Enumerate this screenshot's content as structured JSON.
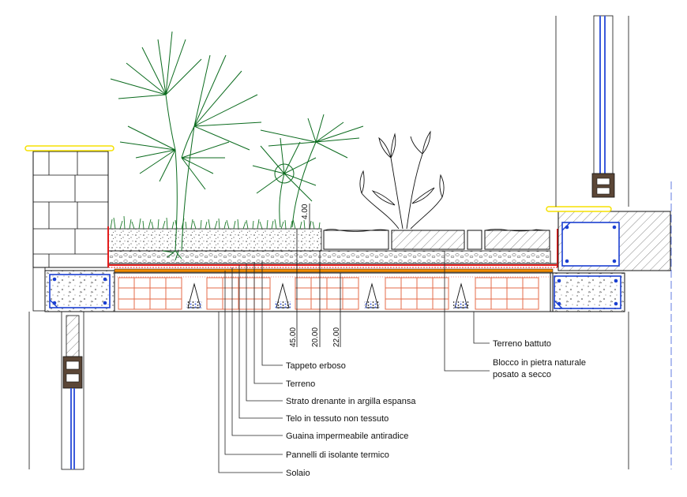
{
  "labels": {
    "tappeto": "Tappeto erboso",
    "terreno": "Terreno",
    "strato": "Strato drenante in argilla espansa",
    "telo": "Telo in tessuto non tessuto",
    "guaina": "Guaina impermeabile antiradice",
    "pannelli": "Pannelli di isolante termico",
    "solaio": "Solaio",
    "terreno_battuto": "Terreno battuto",
    "blocco_line1": "Blocco in pietra naturale",
    "blocco_line2": "posato  a secco"
  },
  "dimensions": {
    "d400": "4.00",
    "d4500": "45.00",
    "d2000": "20.00",
    "d2200": "22.00"
  },
  "colors": {
    "line": "#111111",
    "plant": "#0b6b1e",
    "grass": "#1c7a2a",
    "membrane": "#e21b1b",
    "insulation": "#f08a00",
    "rebar": "#1a3fd1",
    "glass": "#3b5bdb",
    "coping": "#f5e100",
    "brick_hollow": "#e46b4a",
    "timber": "#5b4636"
  }
}
